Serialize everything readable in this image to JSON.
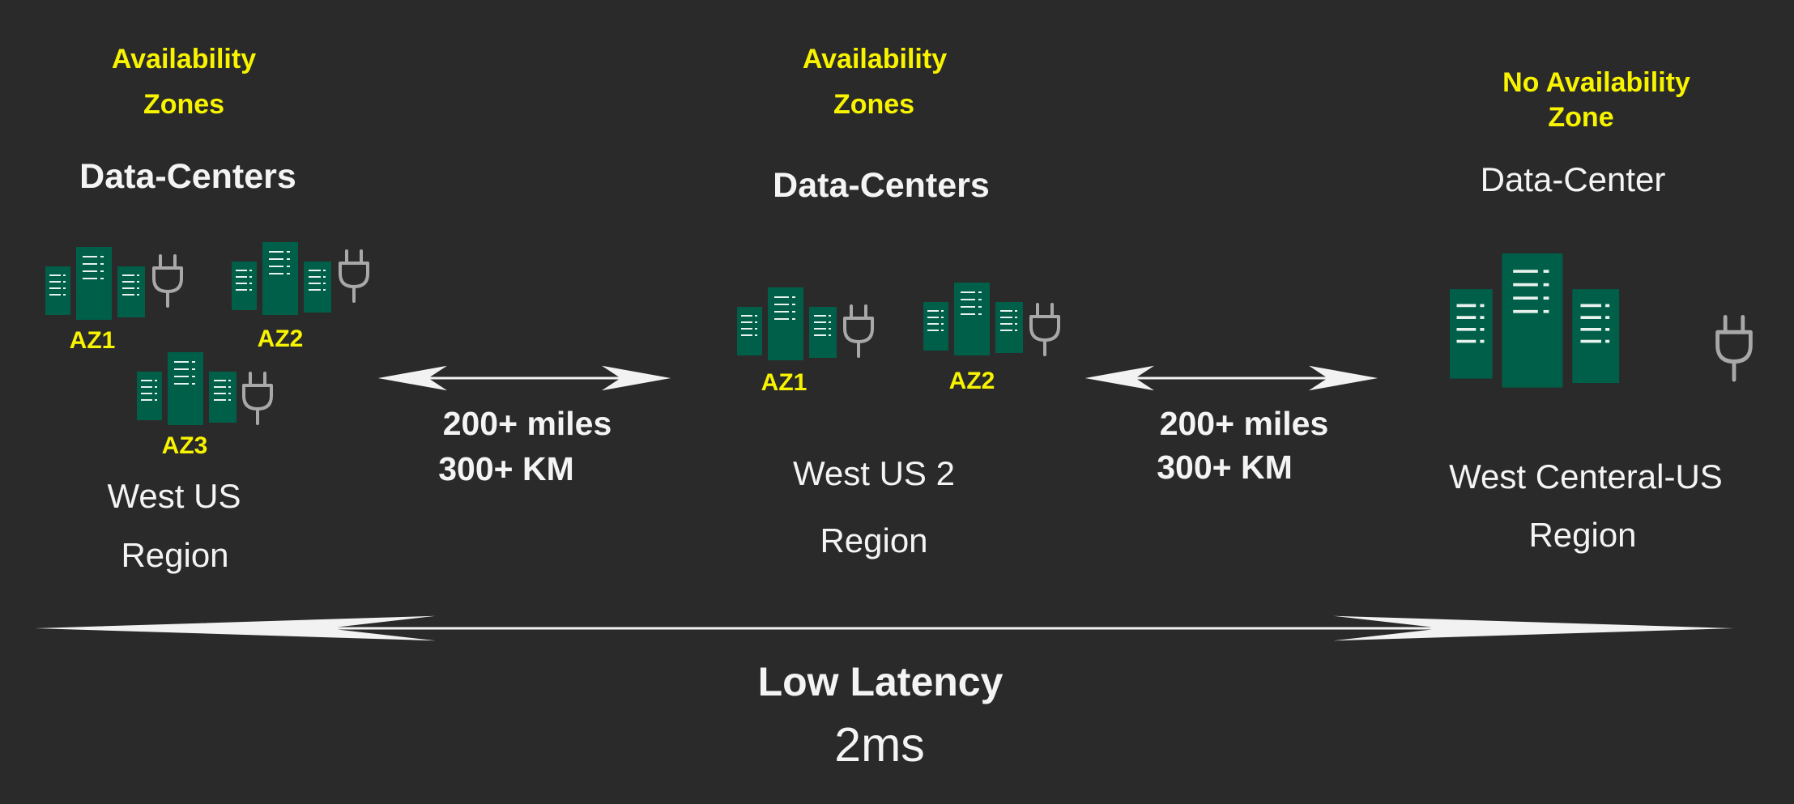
{
  "colors": {
    "background": "#2a2a2a",
    "building": "#005f48",
    "highlight": "#f8f400",
    "text": "#f4f4f4",
    "plug": "#a8a8a8",
    "arrow": "#f2f2f2"
  },
  "regions": [
    {
      "zone_heading": [
        "Availability",
        "Zones"
      ],
      "dc_heading": "Data-Centers",
      "zones": [
        "AZ1",
        "AZ2",
        "AZ3"
      ],
      "name": "West US",
      "region_label": "Region"
    },
    {
      "zone_heading": [
        "Availability",
        "Zones"
      ],
      "dc_heading": "Data-Centers",
      "zones": [
        "AZ1",
        "AZ2"
      ],
      "name": "West US 2",
      "region_label": "Region"
    },
    {
      "zone_heading": [
        "No Availability",
        "Zone"
      ],
      "dc_heading": "Data-Center",
      "zones": [],
      "name": "West Centeral-US",
      "region_label": "Region"
    }
  ],
  "distances": [
    {
      "miles": "200+ miles",
      "km": "300+ KM"
    },
    {
      "miles": "200+ miles",
      "km": "300+ KM"
    }
  ],
  "latency": {
    "title": "Low Latency",
    "value": "2ms"
  },
  "icons": [
    "datacenter-icon",
    "plug-icon",
    "double-arrow-icon"
  ]
}
